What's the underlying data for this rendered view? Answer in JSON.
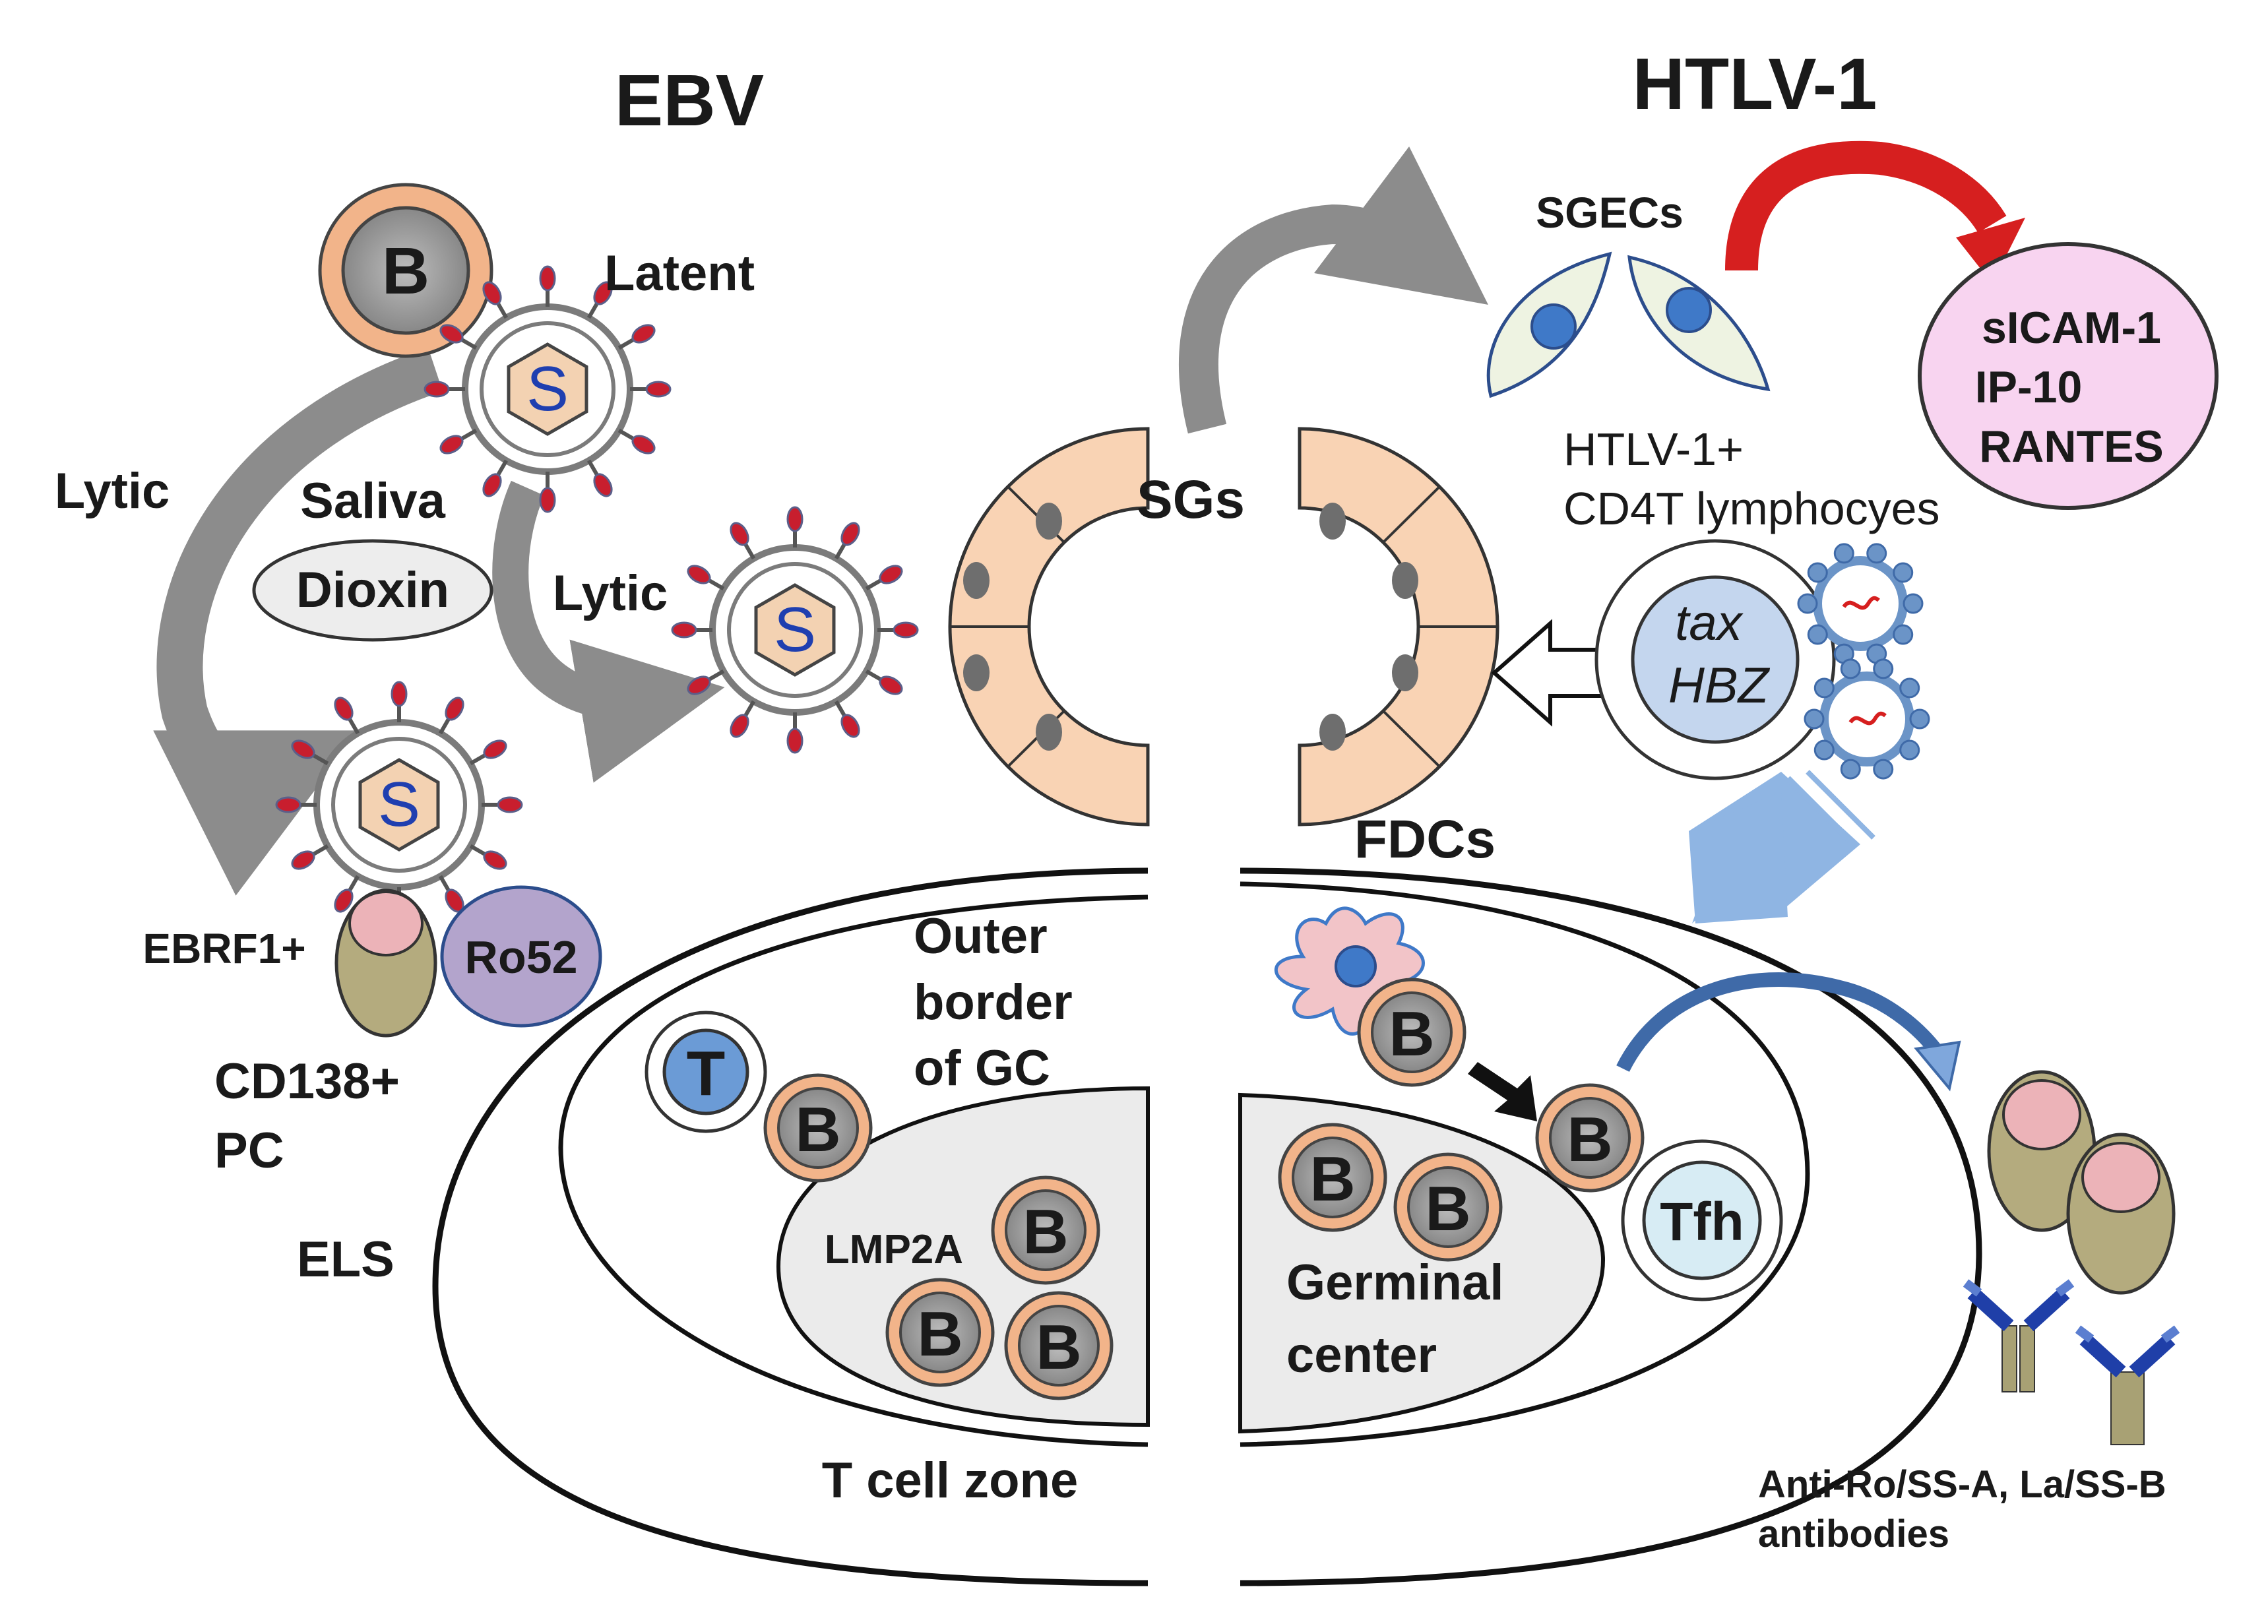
{
  "titles": {
    "left": "EBV",
    "right": "HTLV-1"
  },
  "ebv": {
    "b_cell": "B",
    "latent": "Latent",
    "lytic_left": "Lytic",
    "saliva": "Saliva",
    "dioxin": "Dioxin",
    "lytic_right": "Lytic",
    "virus_symbol": "S",
    "ebrf1": "EBRF1+",
    "ro52": "Ro52",
    "cd138": "CD138+",
    "pc": "PC",
    "els": "ELS",
    "outer_border": [
      "Outer",
      "border",
      "of GC"
    ],
    "t_cell": "T",
    "b_label": "B",
    "lmp2a": "LMP2A",
    "t_cell_zone": "T cell zone"
  },
  "center": {
    "sgs": "SGs"
  },
  "htlv": {
    "sgecs": "SGECs",
    "cytokines": [
      "sICAM-1",
      "IP-10",
      "RANTES"
    ],
    "htlv_cd4": [
      "HTLV-1+",
      "CD4T lymphocyes"
    ],
    "tax": "tax",
    "hbz": "HBZ",
    "fdcs": "FDCs",
    "b_label": "B",
    "tfh": "Tfh",
    "germinal_center": [
      "Germinal",
      "center"
    ],
    "antibodies": [
      "Anti-Ro/SS-A, La/SS-B",
      "antibodies"
    ]
  },
  "colors": {
    "b_cell_ring": "#f2b48a",
    "b_cell_core": "#b7b7b7",
    "acinar": "#f9d3b4",
    "arrow_gray": "#8c8c8c",
    "arrow_red": "#d61f1f",
    "arrow_blue": "#8fb5e3",
    "cytokine_fill": "#f8d4f0",
    "ro52_fill": "#b3a4cc",
    "plasma_cell": "#b4ab7e",
    "antibody_blue": "#1f3fa8",
    "antibody_stem": "#a8a174"
  }
}
